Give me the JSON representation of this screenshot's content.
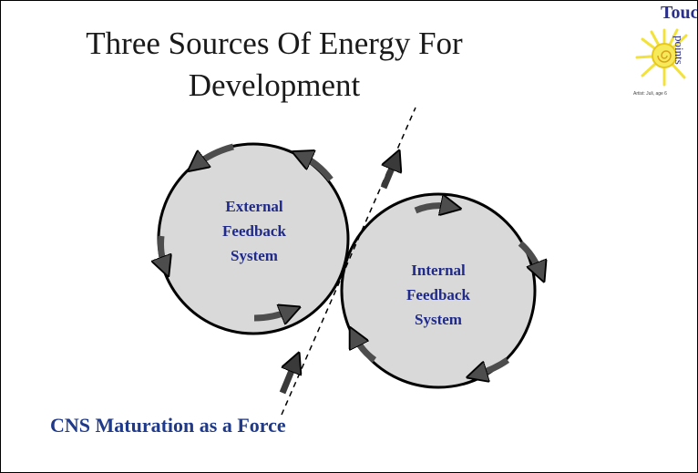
{
  "title": {
    "line1": "Three Sources Of Energy For",
    "line2": "Development"
  },
  "logo": {
    "text_top": "Touch",
    "text_side": "points",
    "caption": "Artist: Juli, age 6"
  },
  "circles": {
    "external": {
      "line1": "External",
      "line2": "Feedback",
      "line3": "System"
    },
    "internal": {
      "line1": "Internal",
      "line2": "Feedback",
      "line3": "System"
    }
  },
  "caption": "CNS Maturation as a Force",
  "colors": {
    "circle_fill": "#d9d9d9",
    "circle_stroke": "#000000",
    "arrow": "#4d4d4d",
    "label": "#1f2a8a",
    "sun": "#f2e23a"
  }
}
